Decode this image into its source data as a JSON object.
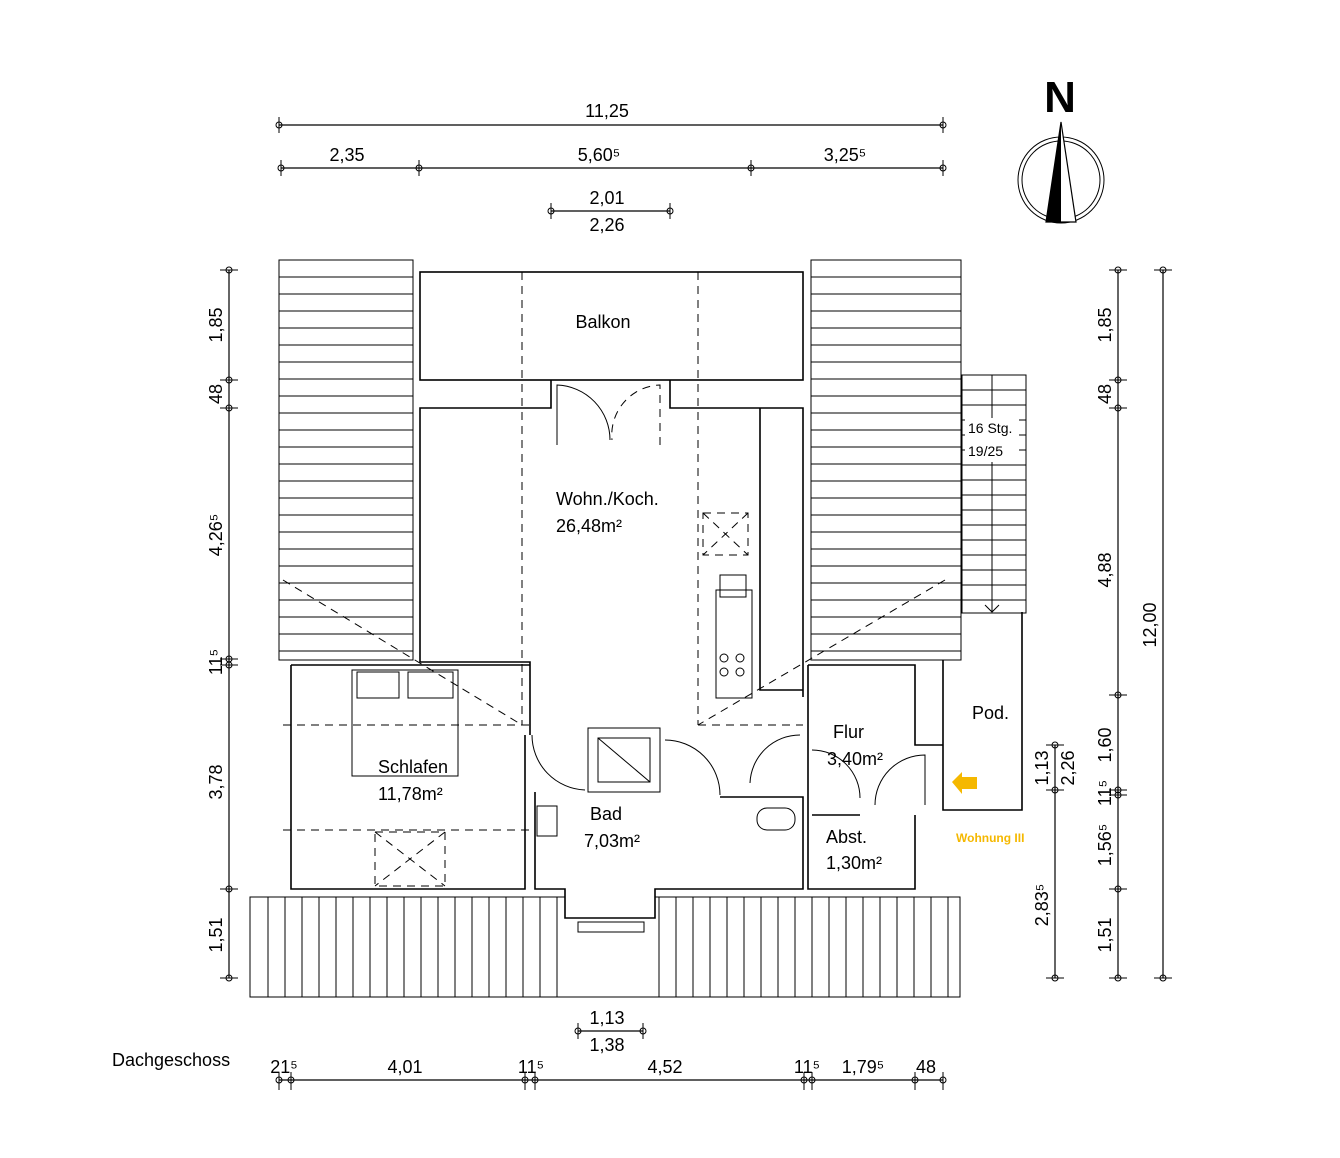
{
  "plan": {
    "floor_label": "Dachgeschoss",
    "north_label": "N",
    "entrance_label": "Wohnung III",
    "entrance_color": "#f5b800",
    "rooms": {
      "balkon": {
        "name": "Balkon"
      },
      "wohn": {
        "name": "Wohn./Koch.",
        "area": "26,48m²"
      },
      "schlafen": {
        "name": "Schlafen",
        "area": "11,78m²"
      },
      "bad": {
        "name": "Bad",
        "area": "7,03m²"
      },
      "flur": {
        "name": "Flur",
        "area": "3,40m²"
      },
      "abst": {
        "name": "Abst.",
        "area": "1,30m²"
      },
      "pod": {
        "name": "Pod."
      }
    },
    "stairs": {
      "steps": "16 Stg.",
      "ratio": "19/25"
    }
  },
  "dimensions": {
    "top_total": "11,25",
    "top": [
      "2,35",
      "5,60⁵",
      "3,25⁵"
    ],
    "dormer_top": {
      "inner": "2,01",
      "outer": "2,26"
    },
    "left": [
      "1,85",
      "48",
      "4,26⁵",
      "11⁵",
      "3,78",
      "1,51"
    ],
    "right": [
      "1,85",
      "48",
      "4,88",
      "1,60",
      "11⁵",
      "1,56⁵",
      "1,51"
    ],
    "right_total": "12,00",
    "right_inner": [
      "1,13",
      "2,26",
      "2,83⁵"
    ],
    "bottom": [
      "21⁵",
      "4,01",
      "11⁵",
      "4,52",
      "11⁵",
      "1,79⁵",
      "48"
    ],
    "dormer_bottom": {
      "inner": "1,13",
      "outer": "1,38"
    }
  }
}
